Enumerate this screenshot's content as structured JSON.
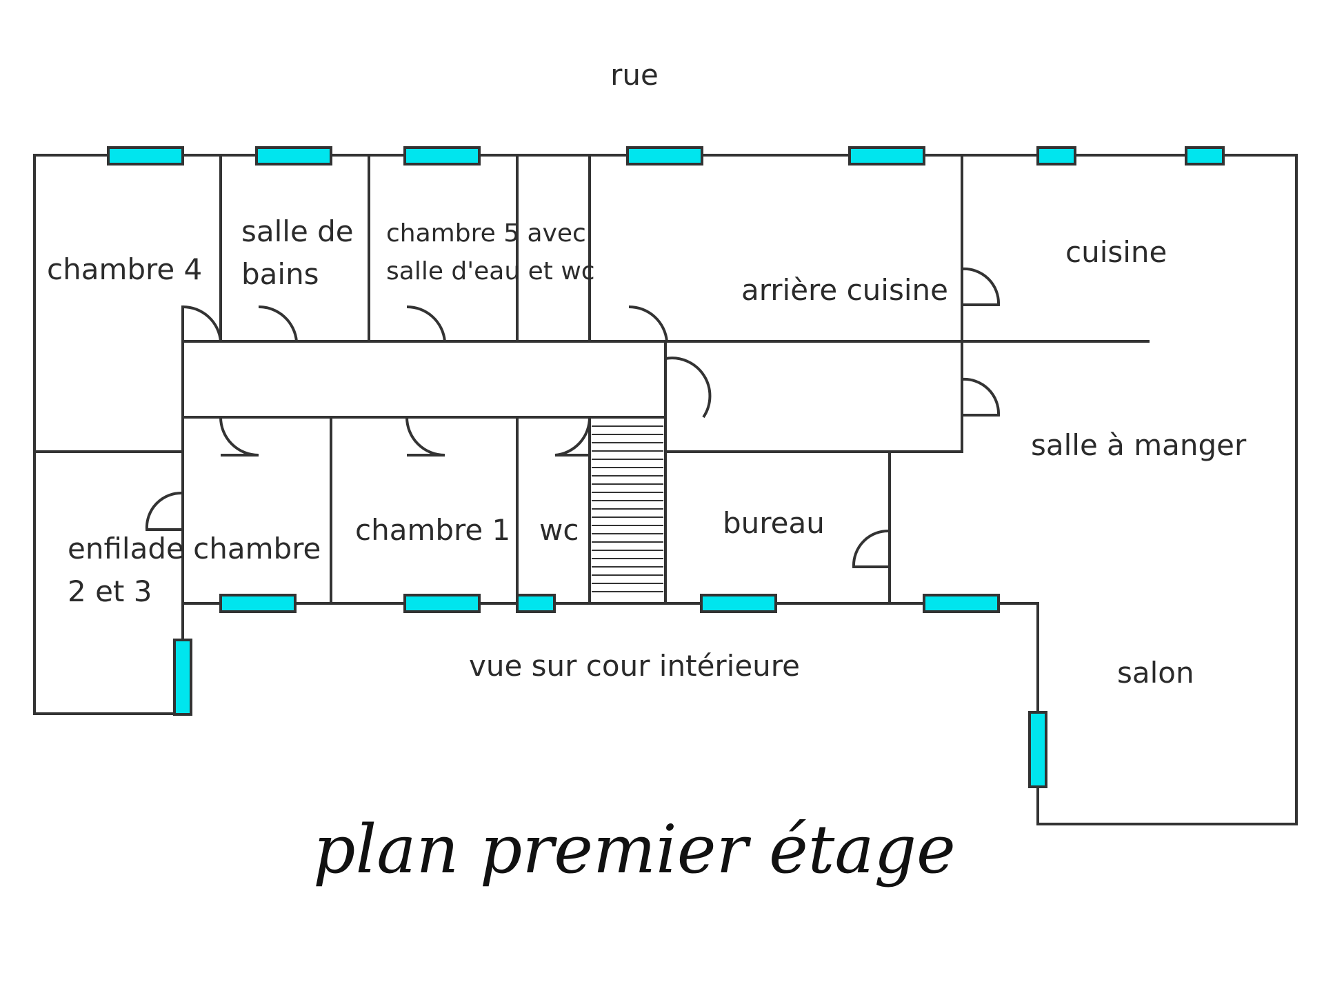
{
  "street_label": "rue",
  "courtyard_label": "vue sur cour intérieure",
  "title": "plan premier étage",
  "rooms": {
    "chambre_4": "chambre 4",
    "salle_de_bains_1": "salle de",
    "salle_de_bains_2": "bains",
    "chambre_5_1": "chambre 5 avec",
    "chambre_5_2": "salle d'eau et wc",
    "arriere_cuisine": "arrière cuisine",
    "cuisine": "cuisine",
    "salle_a_manger": "salle à manger",
    "enfilade_1": "enfilade chambre",
    "enfilade_2": "2 et 3",
    "chambre_1": "chambre 1",
    "wc": "wc",
    "bureau": "bureau",
    "salon": "salon"
  },
  "colors": {
    "window": "#00e5ee",
    "wall": "#333333"
  }
}
